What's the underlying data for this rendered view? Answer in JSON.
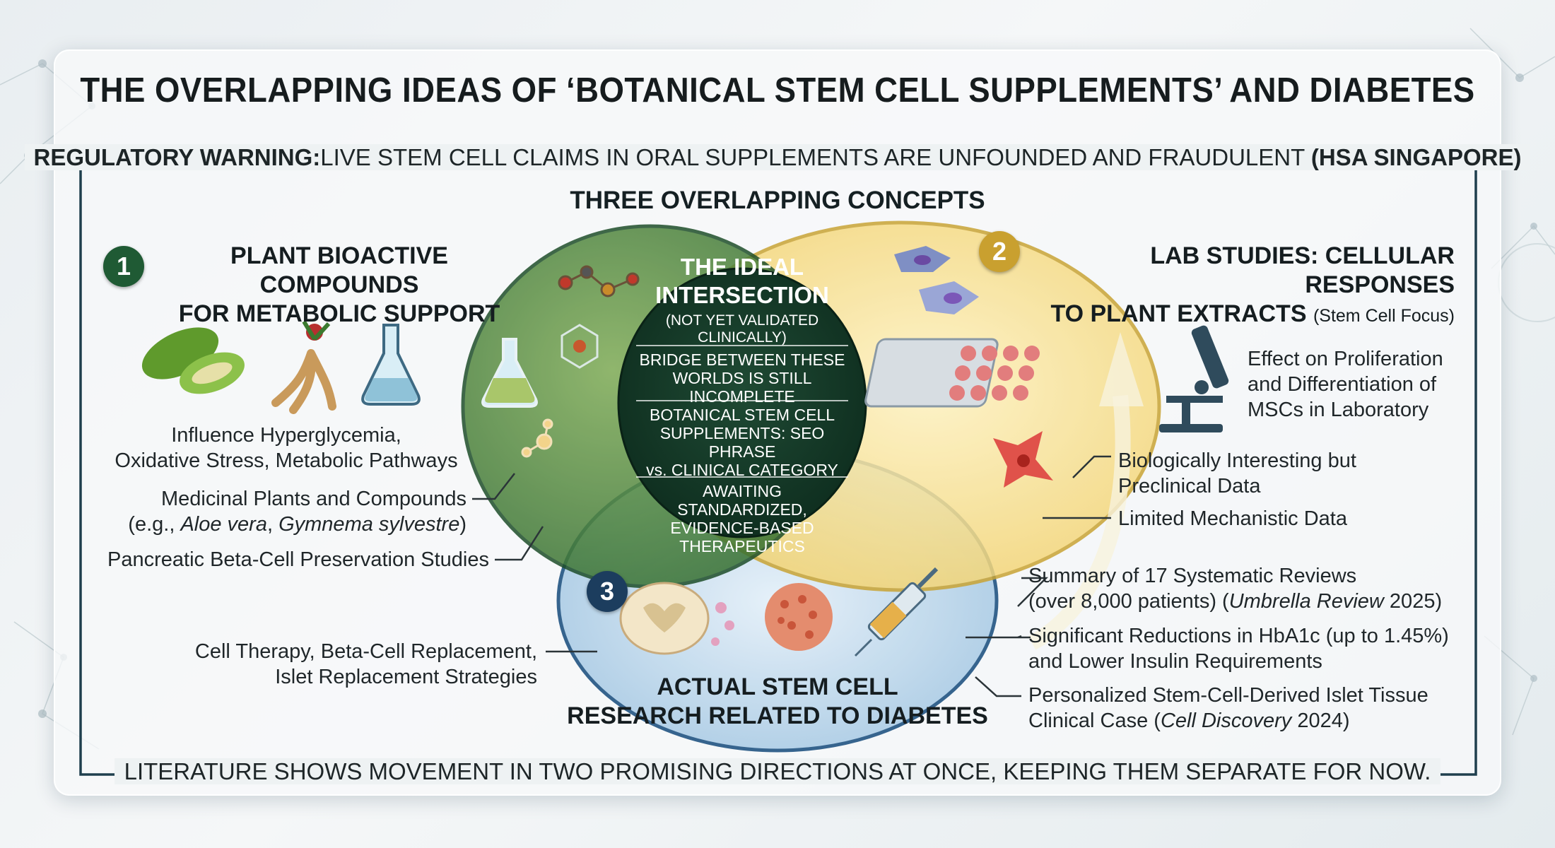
{
  "title": "THE OVERLAPPING IDEAS OF ‘BOTANICAL STEM CELL SUPPLEMENTS’ AND DIABETES",
  "warning": {
    "label": "REGULATORY WARNING:",
    "text": "LIVE STEM CELL CLAIMS IN ORAL SUPPLEMENTS ARE UNFOUNDED AND FRAUDULENT",
    "source": "(HSA SINGAPORE)"
  },
  "concepts_heading": "THREE OVERLAPPING CONCEPTS",
  "circle1": {
    "number": "1",
    "heading_line1": "PLANT BIOACTIVE COMPOUNDS",
    "heading_line2": "FOR METABOLIC SUPPORT",
    "influence_line1": "Influence Hyperglycemia,",
    "influence_line2": "Oxidative Stress, Metabolic Pathways",
    "medicinal_line1": "Medicinal Plants and Compounds",
    "medicinal_eg": "(e.g., ",
    "medicinal_plant1": "Aloe vera",
    "medicinal_sep": ", ",
    "medicinal_plant2": "Gymnema sylvestre",
    "medicinal_close": ")",
    "pancreatic": "Pancreatic Beta-Cell Preservation Studies",
    "color": "#1f5a34"
  },
  "circle2": {
    "number": "2",
    "heading_line1": "LAB STUDIES: CELLULAR RESPONSES",
    "heading_line2": "TO PLANT EXTRACTS",
    "heading_note": "(Stem Cell Focus)",
    "effect_line1": "Effect on Proliferation",
    "effect_line2": "and Differentiation of",
    "effect_line3": "MSCs in Laboratory",
    "bio_line1": "Biologically Interesting but",
    "bio_line2": "Preclinical Data",
    "limited": "Limited Mechanistic Data",
    "color": "#c9a02f"
  },
  "circle3": {
    "number": "3",
    "heading_line1": "ACTUAL STEM CELL",
    "heading_line2": "RESEARCH RELATED TO DIABETES",
    "therapy_line1": "Cell Therapy, Beta-Cell Replacement,",
    "therapy_line2": "Islet Replacement Strategies",
    "summary_line1": "Summary of 17 Systematic Reviews",
    "summary_line2a": "(over 8,000 patients) (",
    "summary_line2b": "Umbrella Review",
    "summary_line2c": " 2025)",
    "sig_line1": "Significant Reductions in HbA1c (up to 1.45%)",
    "sig_line2": "and Lower Insulin Requirements",
    "pers_line1": "Personalized Stem-Cell-Derived Islet Tissue",
    "pers_line2a": "Clinical Case (",
    "pers_line2b": "Cell Discovery",
    "pers_line2c": " 2024)",
    "color": "#1c3d5e"
  },
  "intersection": {
    "heading_line1": "THE IDEAL",
    "heading_line2": "INTERSECTION",
    "note": "(NOT YET VALIDATED CLINICALLY)",
    "bridge_line1": "BRIDGE BETWEEN THESE",
    "bridge_line2": "WORLDS IS STILL INCOMPLETE",
    "seo_line1": "BOTANICAL STEM CELL",
    "seo_line2": "SUPPLEMENTS: SEO PHRASE",
    "seo_line3": "vs. CLINICAL CATEGORY",
    "await_line1": "AWAITING STANDARDIZED,",
    "await_line2": "EVIDENCE-BASED",
    "await_line3": "THERAPEUTICS"
  },
  "footer": "LITERATURE SHOWS MOVEMENT IN TWO PROMISING DIRECTIONS AT ONCE, KEEPING THEM SEPARATE FOR NOW.",
  "icons": [
    "bitter-melon-icon",
    "ginseng-root-icon",
    "flask-icon",
    "molecule-icon",
    "hexagon-lattice-icon",
    "cell-icon",
    "well-plate-icon",
    "microscope-icon",
    "spinal-cord-icon",
    "islet-tissue-icon",
    "syringe-icon"
  ]
}
